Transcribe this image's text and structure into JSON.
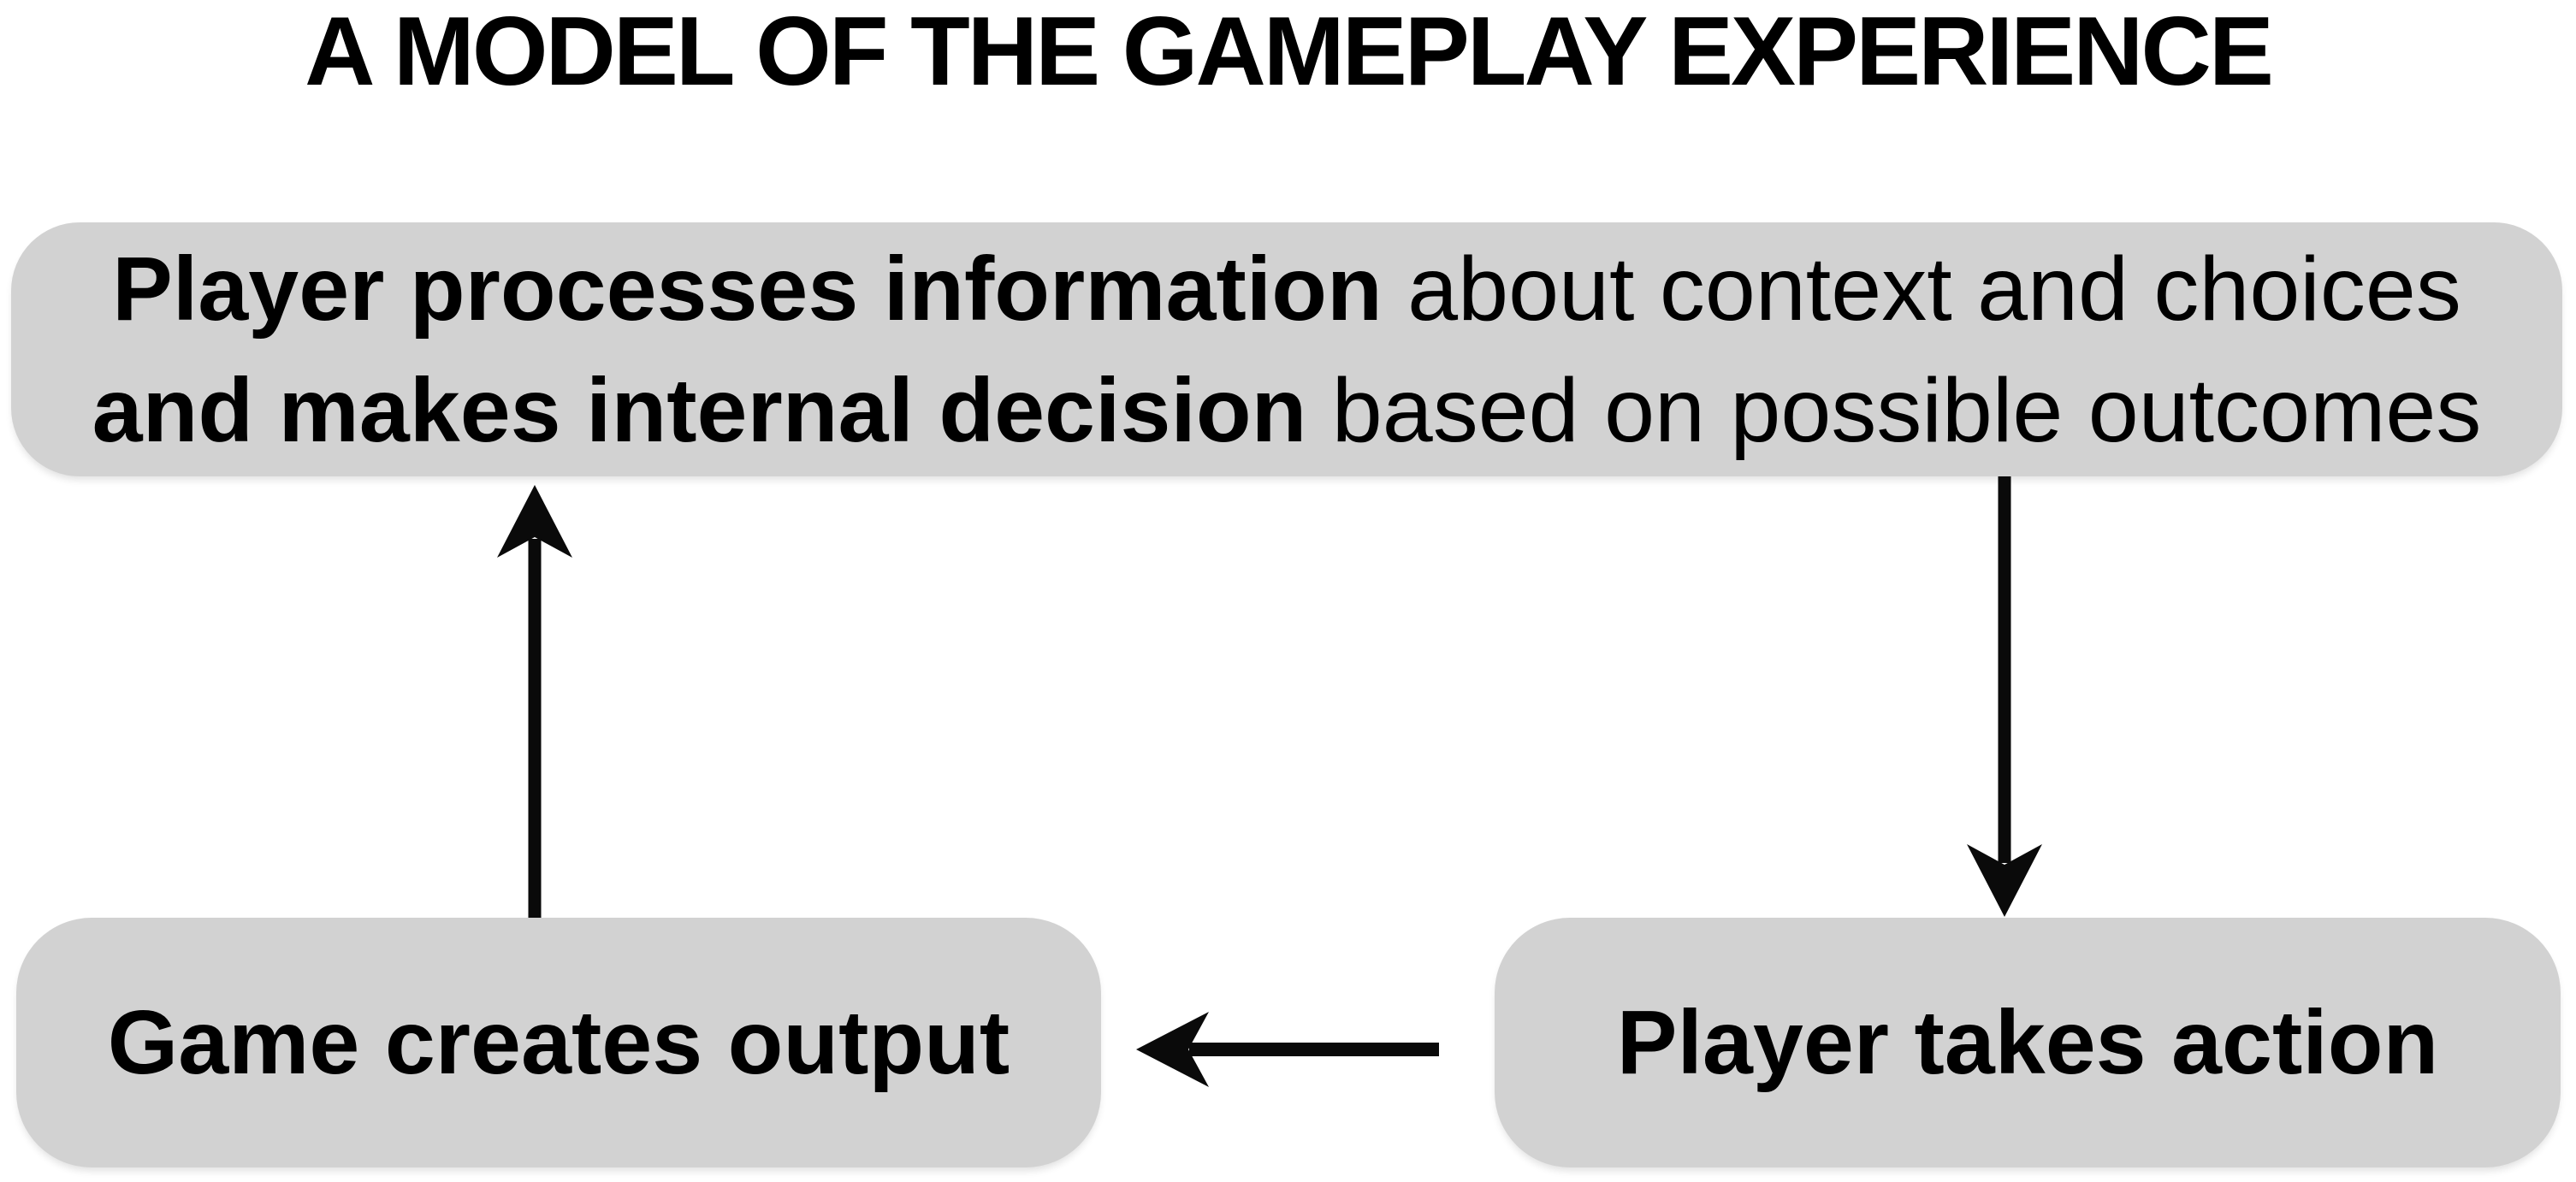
{
  "title": "A MODEL OF THE GAMEPLAY EXPERIENCE",
  "colors": {
    "background": "#ffffff",
    "box_fill": "#d2d2d2",
    "text": "#000000",
    "arrow": "#0a0a0a"
  },
  "nodes": {
    "process": {
      "line1_bold": "Player processes information",
      "line1_regular": " about context and choices",
      "line2_bold": "and makes internal decision",
      "line2_regular": " based on possible outcomes"
    },
    "output": {
      "label": "Game creates output"
    },
    "action": {
      "label": "Player takes action"
    }
  },
  "arrows": [
    {
      "icon": "arrow-down-icon",
      "from": "process",
      "to": "action",
      "direction": "down"
    },
    {
      "icon": "arrow-left-icon",
      "from": "action",
      "to": "output",
      "direction": "left"
    },
    {
      "icon": "arrow-up-icon",
      "from": "output",
      "to": "process",
      "direction": "up"
    }
  ]
}
